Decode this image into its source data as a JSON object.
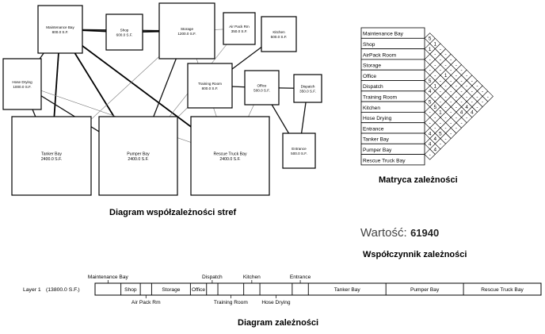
{
  "zones": [
    {
      "id": "maint",
      "name": "Maintenance Bay",
      "area": "800.0 S.F."
    },
    {
      "id": "shop",
      "name": "Shop",
      "area": "600.0 S.F."
    },
    {
      "id": "storage",
      "name": "Storage",
      "area": "1200.0 S.F."
    },
    {
      "id": "airpack",
      "name": "Air Pack Rm",
      "area": "350.0 S.F."
    },
    {
      "id": "kitchen",
      "name": "Kitchen",
      "area": "500.0 S.F."
    },
    {
      "id": "hose",
      "name": "Hose Drying",
      "area": "1000.0 S.F."
    },
    {
      "id": "training",
      "name": "Training Room",
      "area": "800.0 S.F."
    },
    {
      "id": "office",
      "name": "Office",
      "area": "500.0 S.F."
    },
    {
      "id": "dispatch",
      "name": "Dispatch",
      "area": "350.0 S.F."
    },
    {
      "id": "entrance",
      "name": "Entrance",
      "area": "500.0 S.F."
    },
    {
      "id": "tanker",
      "name": "Tanker Bay",
      "area": "2400.0 S.F."
    },
    {
      "id": "pumper",
      "name": "Pumper Bay",
      "area": "2400.0 S.F."
    },
    {
      "id": "rescue",
      "name": "Rescue Truck Bay",
      "area": "2400.0 S.F."
    }
  ],
  "links": [
    {
      "from": "maint",
      "to": "shop",
      "weight": "strong"
    },
    {
      "from": "shop",
      "to": "storage",
      "weight": "strong"
    },
    {
      "from": "maint",
      "to": "storage",
      "weight": "medium"
    },
    {
      "from": "maint",
      "to": "hose",
      "weight": "medium"
    },
    {
      "from": "maint",
      "to": "tanker",
      "weight": "strong"
    },
    {
      "from": "maint",
      "to": "pumper",
      "weight": "strong"
    },
    {
      "from": "maint",
      "to": "rescue",
      "weight": "strong"
    },
    {
      "from": "hose",
      "to": "tanker",
      "weight": "medium"
    },
    {
      "from": "hose",
      "to": "pumper",
      "weight": "medium"
    },
    {
      "from": "hose",
      "to": "rescue",
      "weight": "light"
    },
    {
      "from": "storage",
      "to": "tanker",
      "weight": "light"
    },
    {
      "from": "storage",
      "to": "pumper",
      "weight": "medium"
    },
    {
      "from": "storage",
      "to": "rescue",
      "weight": "light"
    },
    {
      "from": "airpack",
      "to": "storage",
      "weight": "light"
    },
    {
      "from": "kitchen",
      "to": "training",
      "weight": "medium"
    },
    {
      "from": "training",
      "to": "office",
      "weight": "medium"
    },
    {
      "from": "office",
      "to": "dispatch",
      "weight": "medium"
    },
    {
      "from": "office",
      "to": "entrance",
      "weight": "medium"
    },
    {
      "from": "dispatch",
      "to": "entrance",
      "weight": "medium"
    },
    {
      "from": "office",
      "to": "rescue",
      "weight": "light"
    },
    {
      "from": "training",
      "to": "pumper",
      "weight": "light"
    },
    {
      "from": "airpack",
      "to": "pumper",
      "weight": "light"
    }
  ],
  "matrix_labels": [
    "Maintenance Bay",
    "Shop",
    "AirPack Room",
    "Storage",
    "Office",
    "Dispatch",
    "Training Room",
    "Kitchen",
    "Hose Drying",
    "Entrance",
    "Tanker Bay",
    "Pumper Bay",
    "Rescue Truck Bay"
  ],
  "matrix_values": [
    [
      "5",
      "1",
      "-",
      "-",
      "-",
      "-",
      "-",
      "-",
      "-",
      "-",
      "-",
      "-"
    ],
    [
      "1",
      "-",
      "-",
      "-",
      "-",
      "-",
      "-",
      "-",
      "-",
      "-",
      "-"
    ],
    [
      "-",
      "-",
      "-",
      "1",
      "-",
      "-",
      "-",
      "-",
      "-",
      "-"
    ],
    [
      "-",
      "-",
      "-",
      "-",
      "-",
      "-",
      "-",
      "4",
      "4"
    ],
    [
      "5",
      "1",
      "-",
      "-",
      "-",
      "-",
      "4",
      "-"
    ],
    [
      "4",
      "-",
      "-",
      "-",
      "-",
      "-",
      "-"
    ],
    [
      "5",
      "5",
      "1",
      "-",
      "-",
      "-"
    ],
    [
      "-",
      "-",
      "-",
      "-",
      "-"
    ],
    [
      "-",
      "-",
      "5",
      "-"
    ],
    [
      "4",
      "4",
      "-"
    ],
    [
      "4",
      "4"
    ],
    [
      "-"
    ]
  ],
  "captions": {
    "zone_diagram": "Diagram współzależności stref",
    "matrix": "Matryca zależności",
    "score_label": "Wartość:",
    "score_value": "61940",
    "coefficient": "Współczynnik zależności",
    "bar_diagram": "Diagram zależności"
  },
  "layer": {
    "label": "Layer 1",
    "area": "(13800.0 S.F.)",
    "segments": [
      {
        "name": "Maintenance Bay",
        "label": "Maintenance Bay",
        "w": 800,
        "label_pos": "above"
      },
      {
        "name": "Shop",
        "label": "Shop",
        "w": 600,
        "label_pos": "inside"
      },
      {
        "name": "Air Pack Rm",
        "label": "Air Pack Rm",
        "w": 350,
        "label_pos": "below"
      },
      {
        "name": "Storage",
        "label": "Storage",
        "w": 1200,
        "label_pos": "inside"
      },
      {
        "name": "Office",
        "label": "Office",
        "w": 500,
        "label_pos": "inside"
      },
      {
        "name": "Dispatch",
        "label": "Dispatch",
        "w": 350,
        "label_pos": "above"
      },
      {
        "name": "Training Room",
        "label": "Training Room",
        "w": 800,
        "label_pos": "below"
      },
      {
        "name": "Kitchen",
        "label": "Kitchen",
        "w": 500,
        "label_pos": "above"
      },
      {
        "name": "Hose Drying",
        "label": "Hose Drying",
        "w": 1000,
        "label_pos": "below"
      },
      {
        "name": "Entrance",
        "label": "Entrance",
        "w": 500,
        "label_pos": "above"
      },
      {
        "name": "Tanker Bay",
        "label": "Tanker Bay",
        "w": 2400,
        "label_pos": "inside"
      },
      {
        "name": "Pumper Bay",
        "label": "Pumper Bay",
        "w": 2400,
        "label_pos": "inside"
      },
      {
        "name": "Rescue Truck Bay",
        "label": "Rescue Truck Bay",
        "w": 2400,
        "label_pos": "inside"
      }
    ]
  }
}
